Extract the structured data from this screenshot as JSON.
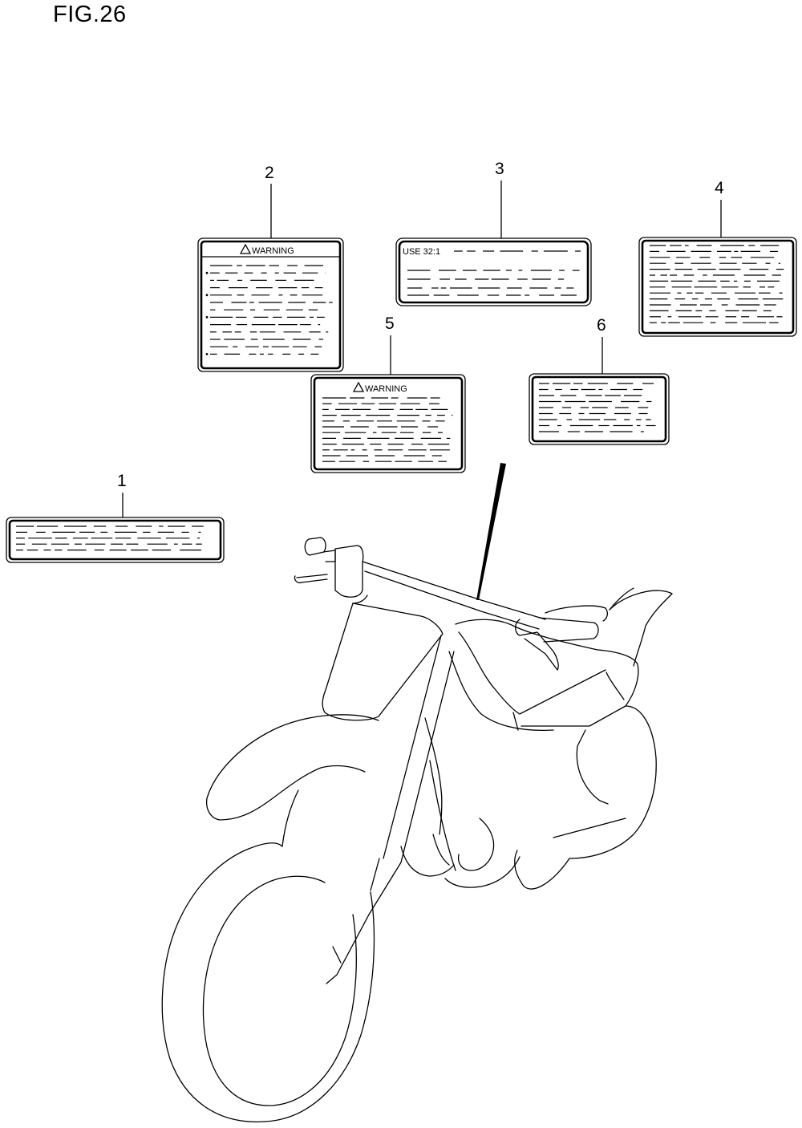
{
  "figure": {
    "title": "FIG.26"
  },
  "labels": [
    {
      "callout": "1",
      "header": "",
      "text": ""
    },
    {
      "callout": "2",
      "header": "WARNING",
      "text": ""
    },
    {
      "callout": "3",
      "header": "",
      "text": "USE 32:1"
    },
    {
      "callout": "4",
      "header": "",
      "text": ""
    },
    {
      "callout": "5",
      "header": "WARNING",
      "text": ""
    },
    {
      "callout": "6",
      "header": "",
      "text": ""
    }
  ],
  "icons": {
    "warning": "warning-triangle-icon"
  }
}
